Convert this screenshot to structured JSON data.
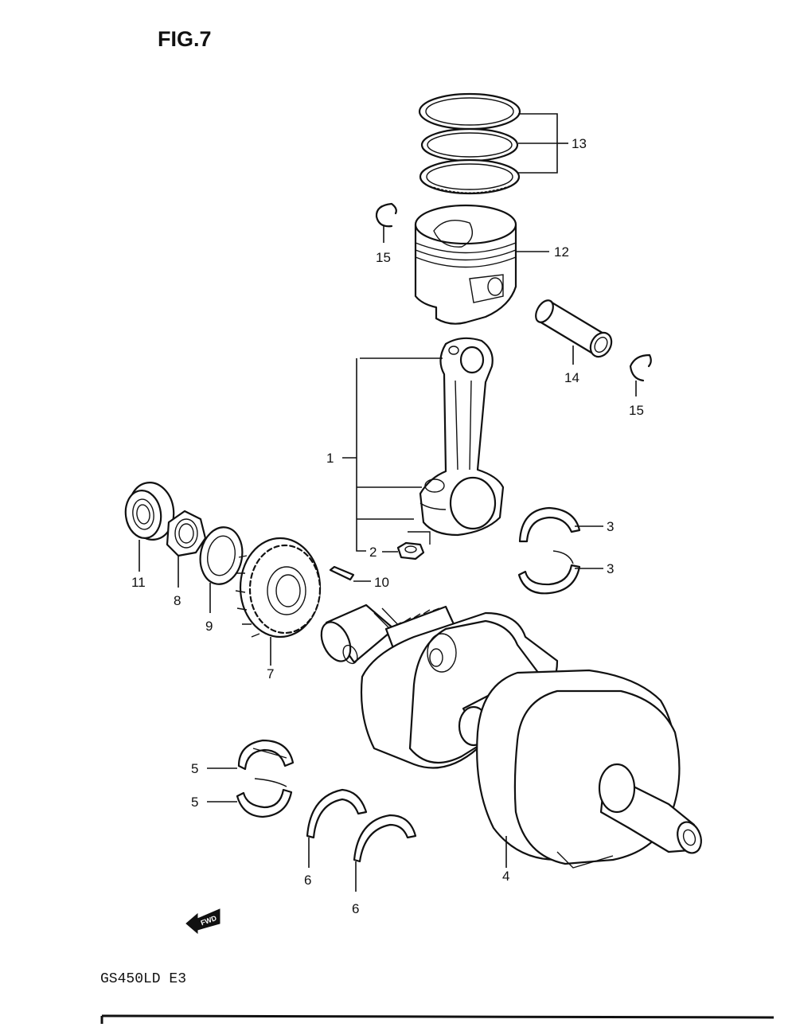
{
  "figure": {
    "title": "FIG.7",
    "model": "GS450LD E3",
    "fwd_label": "FWD"
  },
  "callouts": {
    "conrod": "1",
    "nut": "2",
    "conrod_bearing_upper": "3",
    "conrod_bearing_lower": "3",
    "crankshaft": "4",
    "journal_bearing_upper": "5",
    "journal_bearing_lower": "5",
    "thrust_bearing_left": "6",
    "thrust_bearing_right": "6",
    "primary_gear": "7",
    "gear_nut": "8",
    "washer": "9",
    "key": "10",
    "oil_seal": "11",
    "piston": "12",
    "piston_rings": "13",
    "piston_pin": "14",
    "circlip_left": "15",
    "circlip_right": "15"
  }
}
